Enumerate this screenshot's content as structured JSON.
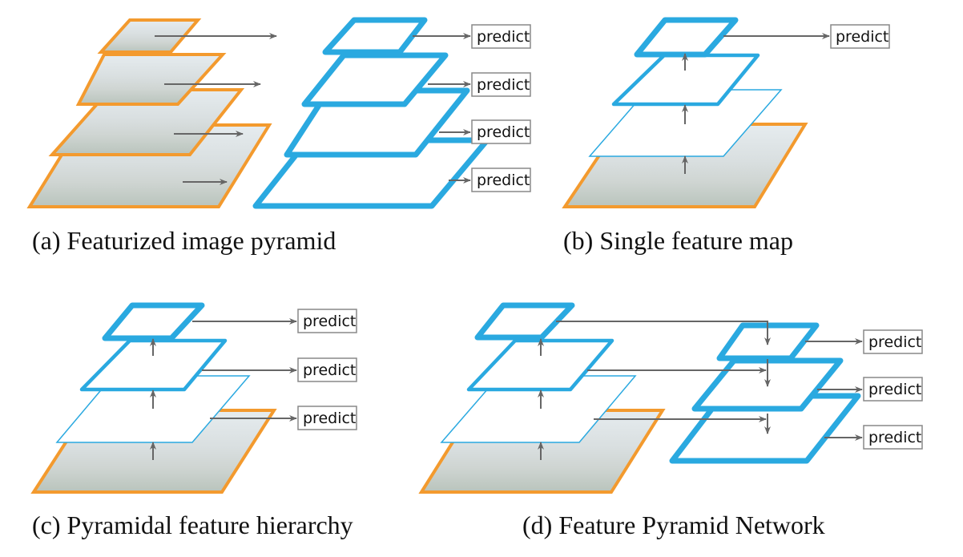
{
  "figure": {
    "panels": [
      {
        "id": "a",
        "caption": "(a) Featurized image pyramid",
        "predict_labels": [
          "predict",
          "predict",
          "predict",
          "predict"
        ]
      },
      {
        "id": "b",
        "caption": "(b) Single feature map",
        "predict_labels": [
          "predict"
        ]
      },
      {
        "id": "c",
        "caption": "(c) Pyramidal feature hierarchy",
        "predict_labels": [
          "predict",
          "predict",
          "predict"
        ]
      },
      {
        "id": "d",
        "caption": "(d) Feature Pyramid Network",
        "predict_labels": [
          "predict",
          "predict",
          "predict"
        ]
      }
    ],
    "colors": {
      "image_border": "#f39a2e",
      "feature_map": "#2aa9e0",
      "arrow": "#666666",
      "predict_border": "#888888"
    }
  }
}
